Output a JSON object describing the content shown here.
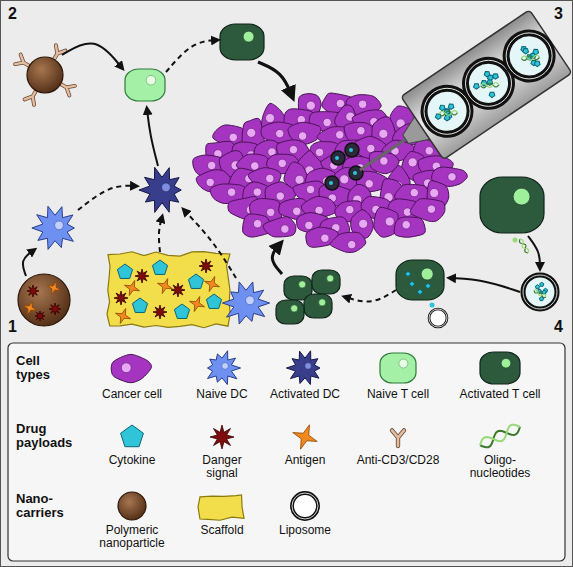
{
  "diagram": {
    "labels": [
      "2",
      "3",
      "1",
      "4",
      "Cell types",
      "Drug payloads",
      "Nano-carriers"
    ],
    "legend": [
      {
        "text": "Cancer cell"
      },
      {
        "text": "Naive DC"
      },
      {
        "text": "Activated DC"
      },
      {
        "text": "Naive T cell"
      },
      {
        "text": "Activated T cell"
      },
      {
        "text": "Cytokine"
      },
      {
        "text": "Danger signal"
      },
      {
        "text": "Antigen"
      },
      {
        "text": "Anti-CD3/CD28"
      },
      {
        "text": "Oligo-nucleotides"
      },
      {
        "text": "Polymeric nanoparticle"
      },
      {
        "text": "Scaffold"
      },
      {
        "text": "Liposome"
      }
    ]
  }
}
